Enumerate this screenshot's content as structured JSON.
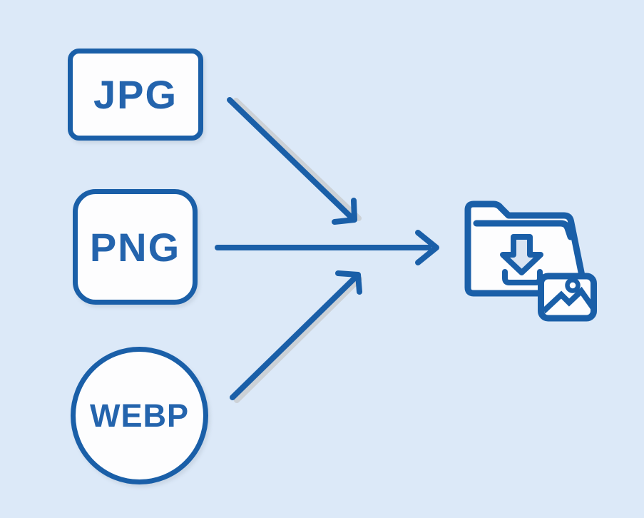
{
  "diagram": {
    "source_nodes": [
      {
        "id": "jpg",
        "label": "JPG",
        "shape": "rounded-rectangle"
      },
      {
        "id": "png",
        "label": "PNG",
        "shape": "rounded-square"
      },
      {
        "id": "webp",
        "label": "WEBP",
        "shape": "circle"
      }
    ],
    "arrows": [
      {
        "from": "jpg",
        "to": "folder",
        "direction": "down-right"
      },
      {
        "from": "png",
        "to": "folder",
        "direction": "right"
      },
      {
        "from": "webp",
        "to": "folder",
        "direction": "up-right"
      }
    ],
    "target_node": {
      "id": "folder",
      "icon": "download-folder-with-image-icon"
    },
    "colors": {
      "background": "#dce9f8",
      "stroke_blue": "#1a5fa8",
      "label_text": "#2464ad",
      "node_fill": "#fdfdfe",
      "arrow_shadow": "#c9ccd0",
      "download_arrow_fill": "#d9e4f2"
    }
  }
}
